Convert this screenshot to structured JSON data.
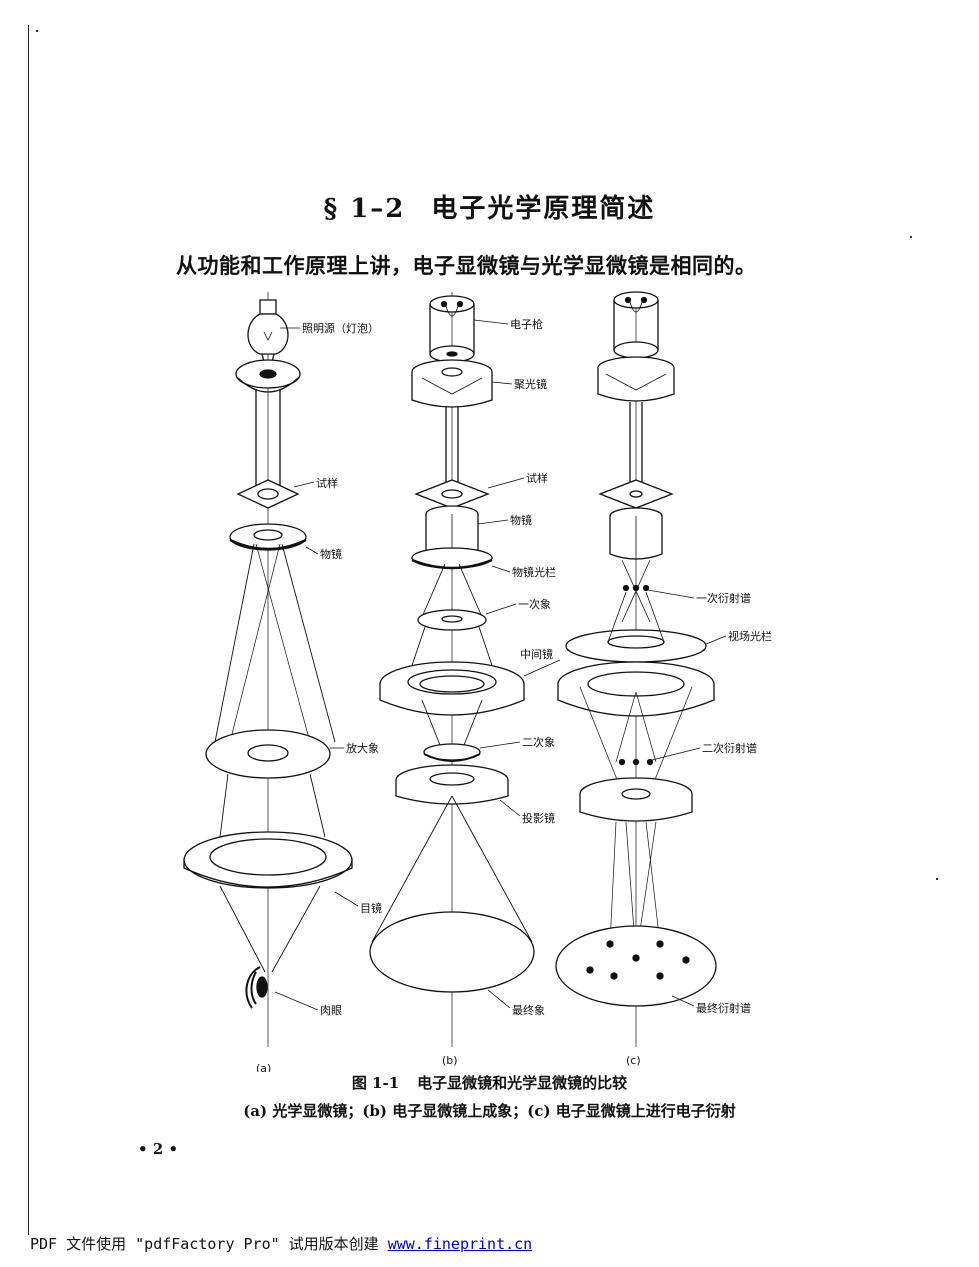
{
  "section_heading": {
    "number": "§ 1–2",
    "title": "电子光学原理简述"
  },
  "intro_text": "从功能和工作原理上讲，电子显微镜与光学显微镜是相同的。",
  "figure": {
    "columns": [
      {
        "tag": "(a)",
        "labels": [
          "照明源（灯泡）",
          "试样",
          "物镜",
          "放大象",
          "目镜",
          "肉眼"
        ]
      },
      {
        "tag": "(b)",
        "labels": [
          "电子枪",
          "聚光镜",
          "试样",
          "物镜",
          "物镜光栏",
          "一次象",
          "中间镜",
          "二次象",
          "投影镜",
          "最终象"
        ]
      },
      {
        "tag": "(c)",
        "labels": [
          "一次衍射谱",
          "视场光栏",
          "二次衍射谱",
          "最终衍射谱"
        ]
      }
    ],
    "caption_number": "图 1-1",
    "caption_title": "电子显微镜和光学显微镜的比较",
    "subcaption": "(a) 光学显微镜；(b) 电子显微镜上成象；(c) 电子显微镜上进行电子衍射"
  },
  "page_number": "• 2 •",
  "footer": {
    "text": "PDF 文件使用 \"pdfFactory Pro\" 试用版本创建",
    "link_text": "www.fineprint.cn"
  }
}
